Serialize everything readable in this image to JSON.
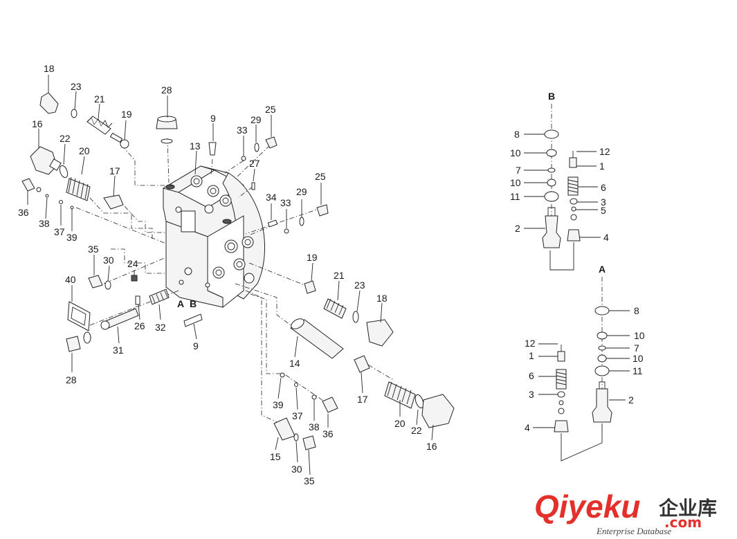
{
  "diagram": {
    "main_labels": {
      "18a": "18",
      "23a": "23",
      "21a": "21",
      "19a": "19",
      "16a": "16",
      "22a": "22",
      "20a": "20",
      "17a": "17",
      "36a": "36",
      "38a": "38",
      "37a": "37",
      "39a": "39",
      "28a": "28",
      "13": "13",
      "9a": "9",
      "33a": "33",
      "29a": "29",
      "25a": "25",
      "27": "27",
      "34": "34",
      "33b": "33",
      "29b": "29",
      "25b": "25",
      "35a": "35",
      "30a": "30",
      "24": "24",
      "40": "40",
      "26": "26",
      "32": "32",
      "31": "31",
      "28b": "28",
      "A": "A",
      "B": "B",
      "9b": "9",
      "19b": "19",
      "21b": "21",
      "23b": "23",
      "18b": "18",
      "14": "14",
      "17b": "17",
      "20b": "20",
      "22b": "22",
      "16b": "16",
      "39b": "39",
      "37b": "37",
      "38b": "38",
      "36b": "36",
      "15": "15",
      "30b": "30",
      "35b": "35"
    },
    "detail_b": {
      "axis": "B",
      "8": "8",
      "10a": "10",
      "7": "7",
      "10b": "10",
      "11": "11",
      "2": "2",
      "12": "12",
      "1": "1",
      "6": "6",
      "3": "3",
      "5": "5",
      "4": "4"
    },
    "detail_a": {
      "axis": "A",
      "8": "8",
      "10a": "10",
      "7": "7",
      "10b": "10",
      "11": "11",
      "2": "2",
      "12": "12",
      "1": "1",
      "6": "6",
      "3": "3",
      "4": "4"
    }
  },
  "watermark": {
    "brand": "Qiyeku",
    "cn": "企业库",
    "dotcom": ".com",
    "tagline": "Enterprise Database",
    "color": "#e3302a"
  }
}
